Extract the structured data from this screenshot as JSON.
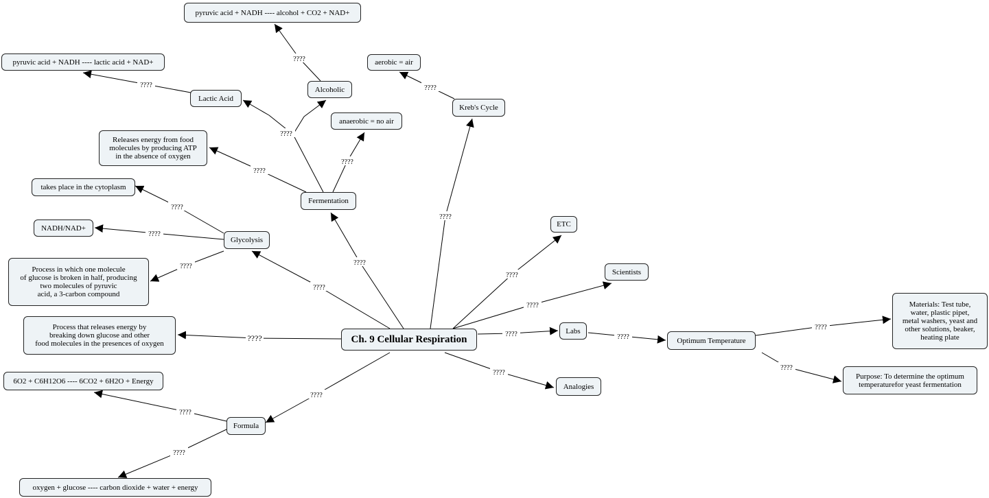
{
  "map": {
    "root": "Ch. 9 Cellular Respiration",
    "nodes": {
      "pyr_alcohol": "pyruvic acid + NADH ---- alcohol + CO2 + NAD+",
      "pyr_lactic": "pyruvic acid + NADH ---- lactic acid + NAD+",
      "aerobic": "aerobic = air",
      "alcoholic": "Alcoholic",
      "lactic_acid": "Lactic Acid",
      "krebs": "Kreb's Cycle",
      "anaerobic": "anaerobic = no air",
      "releases_energy": "Releases energy from food\nmolecules by producing ATP\nin the absence of oxygen",
      "cytoplasm": "takes place in the cytoplasm",
      "fermentation": "Fermentation",
      "etc": "ETC",
      "nadh": "NADH/NAD+",
      "glycolysis": "Glycolysis",
      "glucose_half": "Process in which one molecule\nof glucose is broken in half, producing\ntwo molecules of pyruvic\nacid, a 3-carbon compound",
      "scientists": "Scientists",
      "materials": "Materials:  Test tube,\nwater, plastic pipet,\nmetal washers, yeast and\nother solutions, beaker,\nheating plate",
      "process_energy": "Process that releases energy by\nbreaking down glucose and other\nfood molecules in the presences of oxygen",
      "labs": "Labs",
      "optimum": "Optimum Temperature",
      "equation": "6O2 + C6H12O6 ---- 6CO2 + 6H2O + Energy",
      "purpose": "Purpose:  To determine the optimum\ntemperaturefor yeast fermentation",
      "analogies": "Analogies",
      "formula": "Formula",
      "word_eq": "oxygen + glucose ---- carbon dioxide + water + energy"
    },
    "link_label": "????"
  }
}
